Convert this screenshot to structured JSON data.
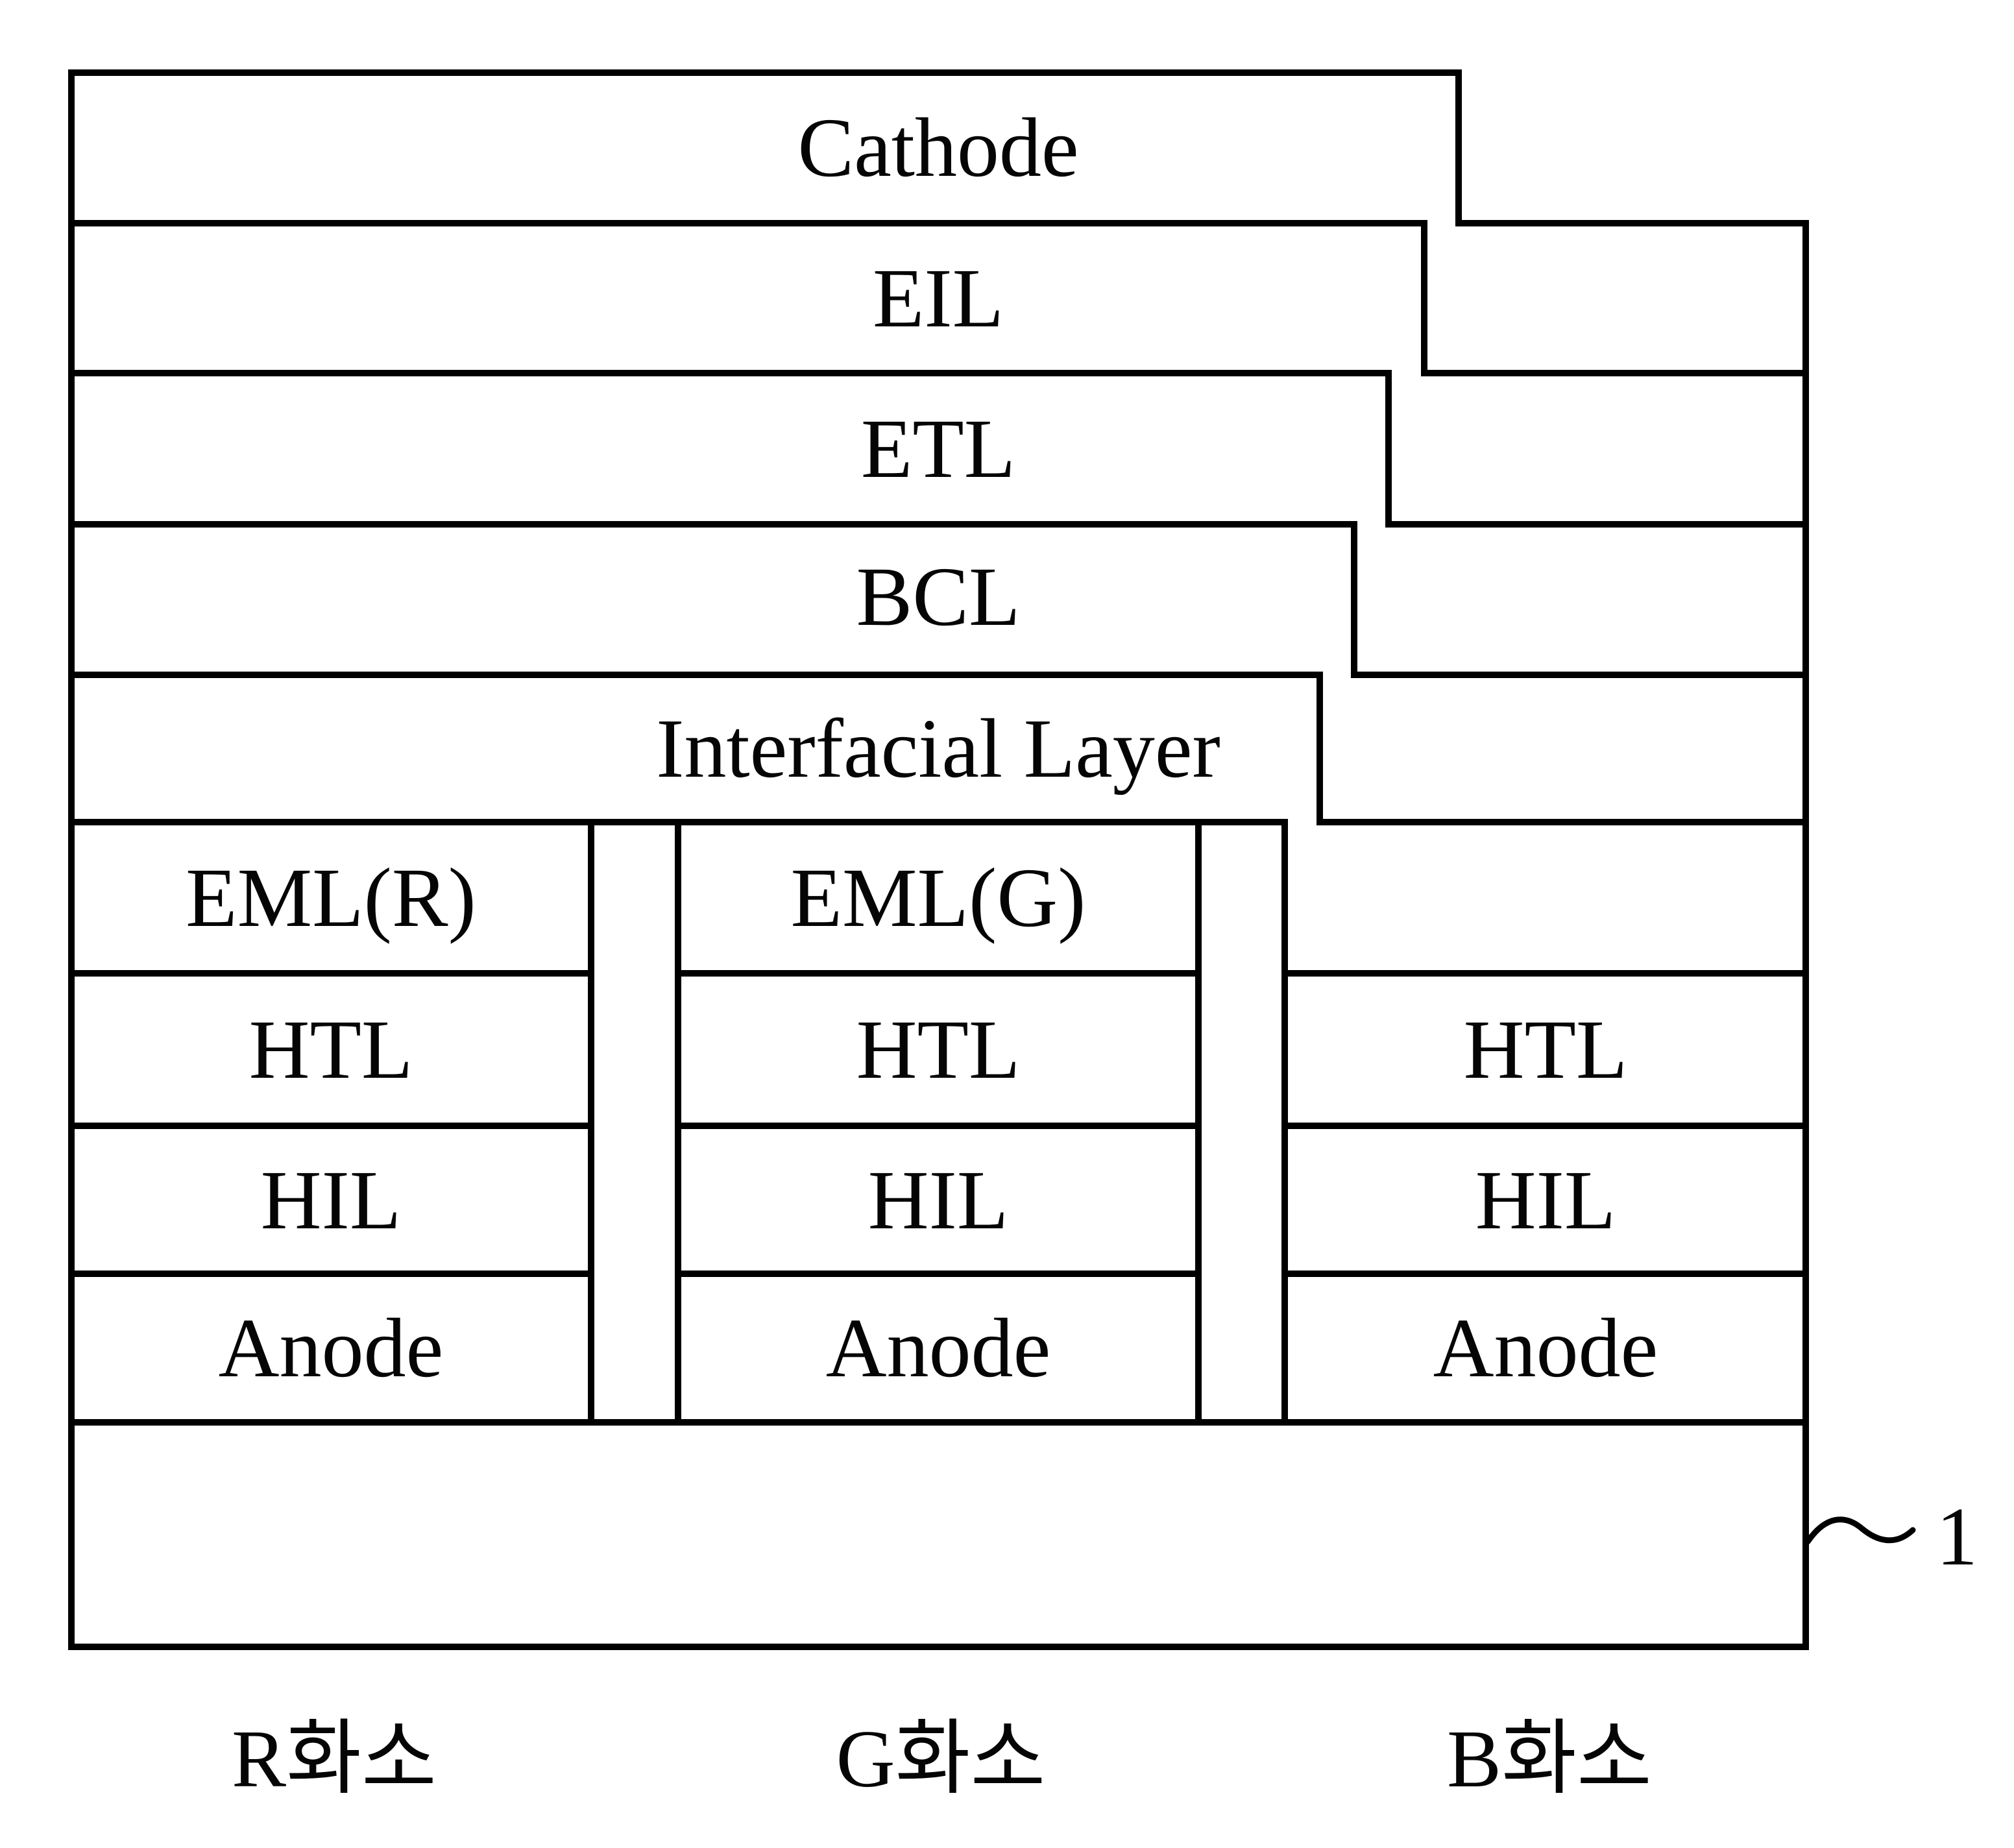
{
  "figure": {
    "common_layers": [
      "Cathode",
      "EIL",
      "ETL",
      "BCL",
      "Interfacial Layer"
    ],
    "pixel_columns": [
      {
        "name": "R",
        "eml": "EML(R)",
        "htl": "HTL",
        "hil": "HIL",
        "anode": "Anode",
        "pixel_label": "R화소"
      },
      {
        "name": "G",
        "eml": "EML(G)",
        "htl": "HTL",
        "hil": "HIL",
        "anode": "Anode",
        "pixel_label": "G화소"
      },
      {
        "name": "B",
        "htl": "HTL",
        "hil": "HIL",
        "anode": "Anode",
        "pixel_label": "B화소"
      }
    ],
    "substrate_reference": "1",
    "line_color": "#000000",
    "background_color": "#ffffff"
  }
}
